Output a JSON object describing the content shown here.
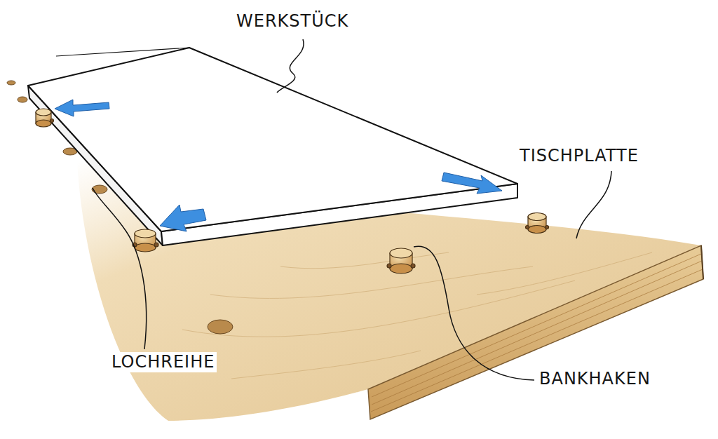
{
  "diagram": {
    "labels": [
      "WERKSTÜCK",
      "TISCHPLATTE",
      "LOCHREIHE",
      "BANKHAKEN"
    ]
  }
}
